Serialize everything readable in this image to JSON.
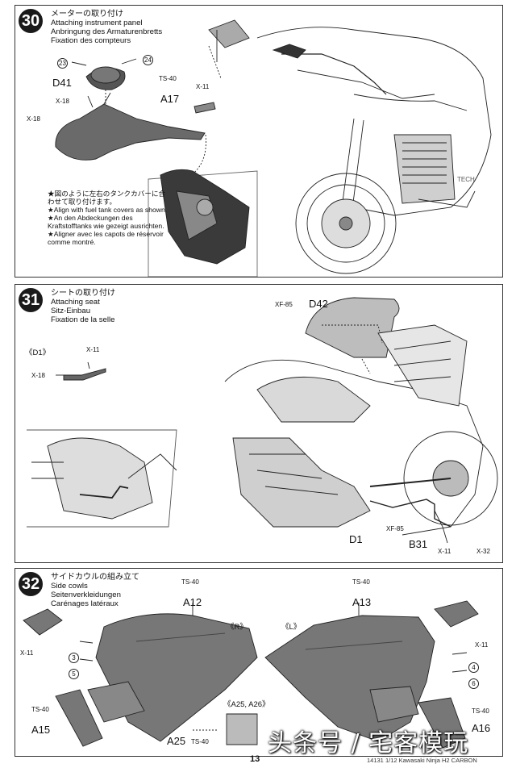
{
  "steps": [
    {
      "number": "30",
      "title_jp": "メーターの取り付け",
      "title_en": "Attaching instrument panel",
      "title_de": "Anbringung des Armaturenbretts",
      "title_fr": "Fixation des compteurs",
      "labels": {
        "c23": "23",
        "c24": "24",
        "d41": "D41",
        "x18a": "X-18",
        "ts40": "TS-40",
        "a17": "A17",
        "x11": "X-11",
        "x18b": "X-18"
      },
      "note": [
        "★図のように左右のタンクカバーに合わせて取り付けます。",
        "★Align with fuel tank covers as shown.",
        "★An den Abdeckungen des Kraftstofftanks wie gezeigt ausrichten.",
        "★Aligner avec les capots de réservoir comme montré."
      ]
    },
    {
      "number": "31",
      "title_jp": "シートの取り付け",
      "title_en": "Attaching seat",
      "title_de": "Sitz-Einbau",
      "title_fr": "Fixation de la selle",
      "labels": {
        "d1bracket": "《D1》",
        "x11a": "X-11",
        "x18": "X-18",
        "xf85a": "XF-85",
        "d42": "D42",
        "d1": "D1",
        "xf85b": "XF-85",
        "b31": "B31",
        "x11b": "X-11",
        "x32": "X-32"
      }
    },
    {
      "number": "32",
      "title_jp": "サイドカウルの組み立て",
      "title_en": "Side cowls",
      "title_de": "Seitenverkleidungen",
      "title_fr": "Carénages latéraux",
      "labels": {
        "ts40a": "TS-40",
        "a12": "A12",
        "ts40b": "TS-40",
        "a13": "A13",
        "r": "《R》",
        "l": "《L》",
        "x11a": "X-11",
        "x11b": "X-11",
        "c3": "3",
        "c5": "5",
        "c4": "4",
        "c6": "6",
        "ts40c": "TS-40",
        "a15": "A15",
        "a25": "A25",
        "ts40d": "TS-40",
        "a25a26": "《A25, A26》",
        "ts40e": "TS-40",
        "a16": "A16"
      }
    }
  ],
  "footer": {
    "page": "13",
    "code": "14131 1/12 Kawasaki Ninja H2 CARBON"
  },
  "watermark": "头条号 / 宅客模玩",
  "watermark_small": "TECH"
}
